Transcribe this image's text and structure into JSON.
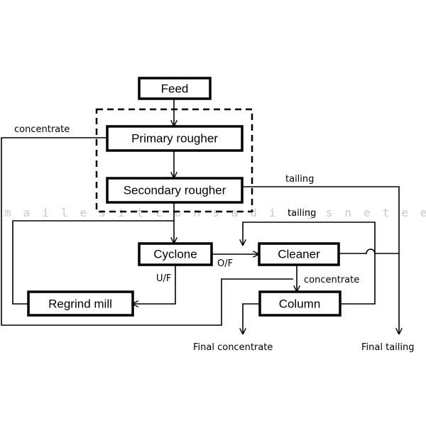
{
  "boxes": {
    "feed": "Feed",
    "primary_rougher": "Primary rougher",
    "secondary_rougher": "Secondary rougher",
    "cyclone": "Cyclone",
    "cleaner": "Cleaner",
    "regrind_mill": "Regrind mill",
    "column": "Column"
  },
  "flow_labels": {
    "concentrate_left": "concentrate",
    "tailing_top": "tailing",
    "tailing_mid": "tailing",
    "of": "O/F",
    "uf": "U/F",
    "concentrate_right": "concentrate",
    "final_concentrate": "Final concentrate",
    "final_tailing": "Final tailing"
  },
  "watermark": "mailesitconsadingsneteem"
}
